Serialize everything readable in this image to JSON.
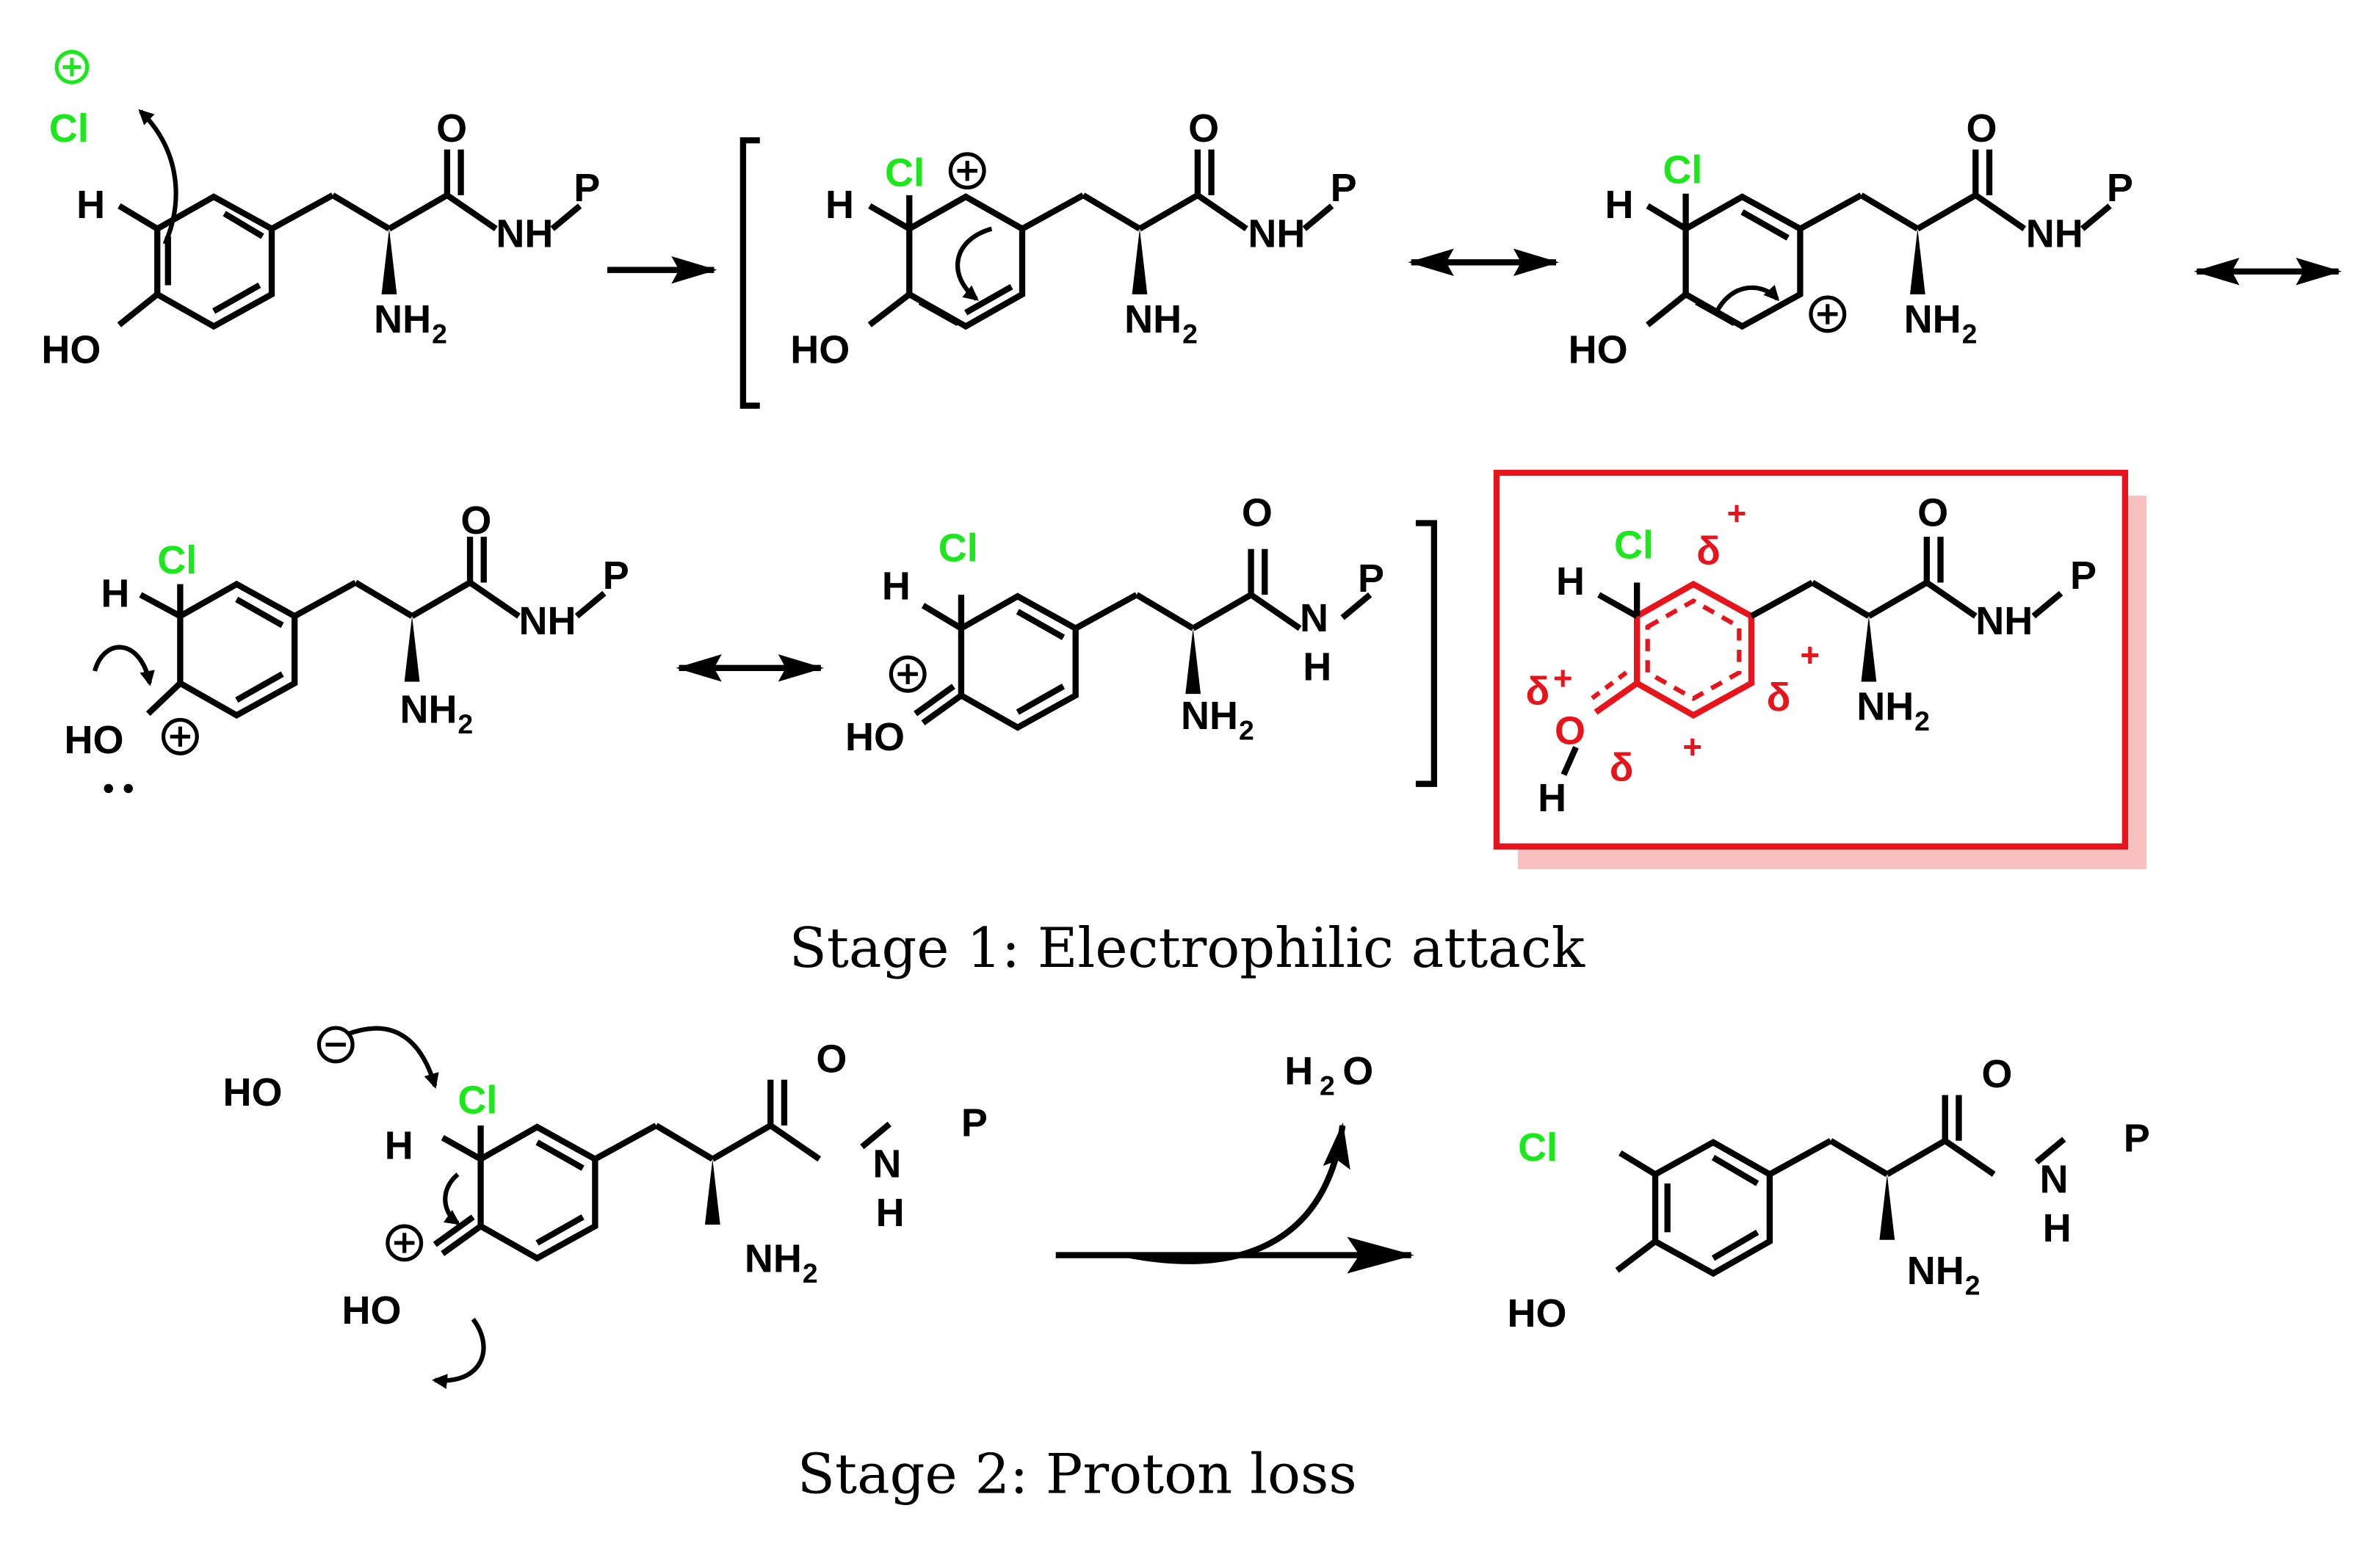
{
  "labels": {
    "cl": "Cl",
    "ho": "HO",
    "o": "O",
    "h": "H",
    "p": "P",
    "nh": "NH",
    "n": "N",
    "nh2_main": "NH",
    "sub2": "2",
    "water_h": "H",
    "water_o": "O",
    "delta": "δ",
    "plus": "+"
  },
  "captions": {
    "stage1": "Stage 1: Electrophilic attack",
    "stage2": "Stage 2: Proton loss"
  },
  "colors": {
    "bond": "#000000",
    "chlorine": "#1ae81a",
    "highlight": "#e8141c",
    "highlight_shadow": "#f8bfbf"
  }
}
